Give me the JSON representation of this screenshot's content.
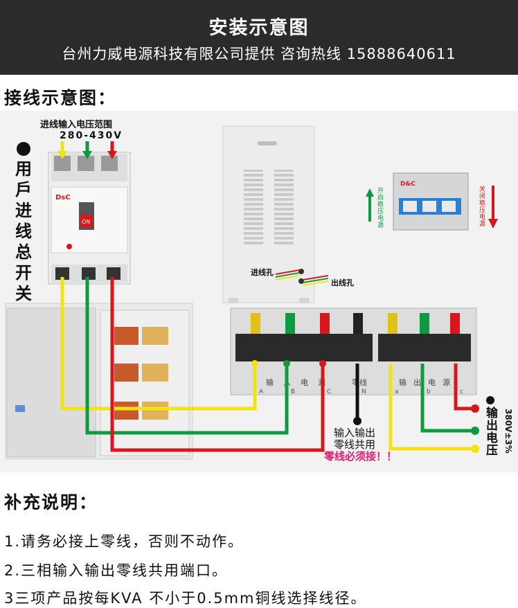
{
  "header": {
    "title": "安装示意图",
    "subtitle": "台州力威电源科技有限公司提供  咨询热线  15888640611"
  },
  "wiring_section": {
    "title": "接线示意图："
  },
  "diagram": {
    "breaker_top_label_line1": "进线输入电压范围",
    "breaker_top_label_line2": "280-430V",
    "breaker_brand": "DsC",
    "breaker_on_label": "ON",
    "left_vertical_label": [
      "用",
      "戶",
      "进",
      "线",
      "总",
      "开",
      "关"
    ],
    "inlet_label": "进线孔",
    "outlet_label": "出线孔",
    "switch_brand": "D&C",
    "switch_open_label": [
      "开",
      "启",
      "稳",
      "压",
      "电",
      "源"
    ],
    "switch_close_label": [
      "关",
      "闭",
      "稳",
      "压",
      "电",
      "源"
    ],
    "terminal_input_label": "输入电源",
    "terminal_output_label": "输出电源",
    "terminal_zero_label": "零线",
    "terminal_letters": [
      "A",
      "B",
      "C",
      "N",
      "a",
      "b",
      "c"
    ],
    "neutral_note_line1": "输入输出",
    "neutral_note_line2": "零线共用",
    "neutral_warning": "零线必须接！！",
    "output_label": [
      "输",
      "出",
      "电",
      "压"
    ],
    "output_voltage": "380V±3%",
    "colors": {
      "yellow": "#f2e413",
      "green": "#0e9a3f",
      "red": "#d8161b",
      "black": "#111111"
    }
  },
  "supplement_section": {
    "title": "补充说明："
  },
  "notes": [
    "1.请务必接上零线，否则不动作。",
    "2.三相输入输出零线共用端口。",
    "3三项产品按每KVA   不小于0.5mm铜线选择线径。"
  ]
}
